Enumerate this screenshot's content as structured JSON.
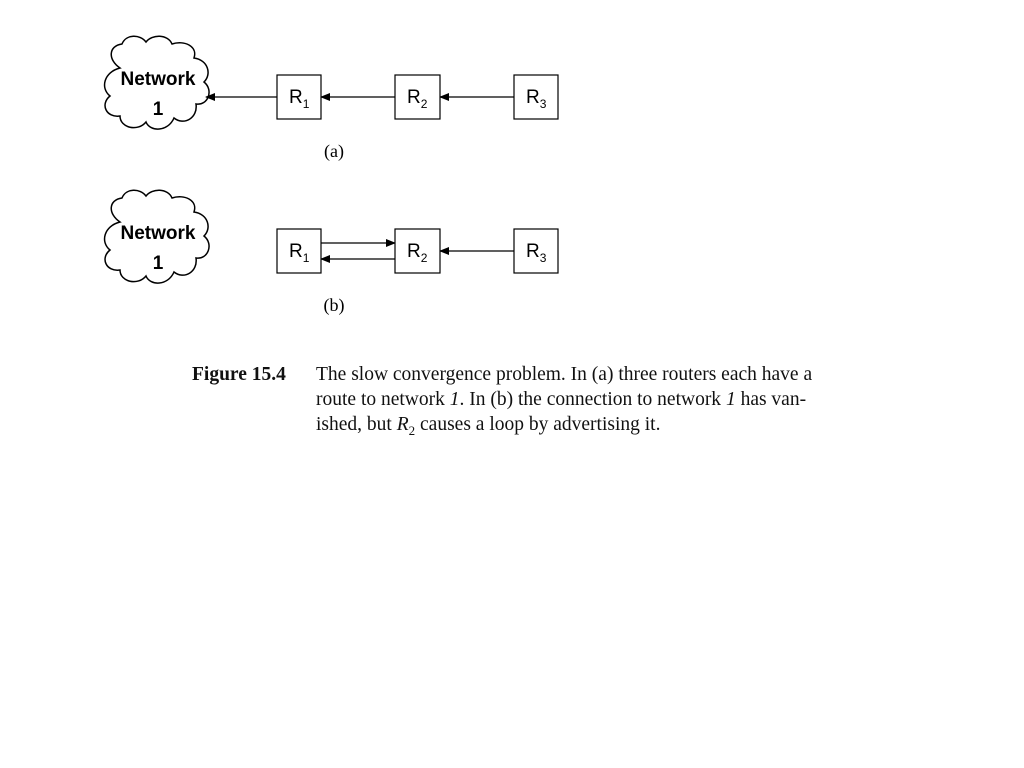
{
  "diagram": {
    "parts": [
      {
        "id": "a",
        "label": "(a)",
        "network": {
          "line1": "Network",
          "line2": "1"
        },
        "routers": [
          {
            "letter": "R",
            "sub": "1"
          },
          {
            "letter": "R",
            "sub": "2"
          },
          {
            "letter": "R",
            "sub": "3"
          }
        ]
      },
      {
        "id": "b",
        "label": "(b)",
        "network": {
          "line1": "Network",
          "line2": "1"
        },
        "routers": [
          {
            "letter": "R",
            "sub": "1"
          },
          {
            "letter": "R",
            "sub": "2"
          },
          {
            "letter": "R",
            "sub": "3"
          }
        ]
      }
    ]
  },
  "caption": {
    "label": "Figure 15.4",
    "line1": "The slow convergence problem.  In (a) three routers each have a",
    "line2_pre": "route to network ",
    "line2_net1": "1",
    "line2_mid": ".  In (b) the connection to network ",
    "line2_net2": "1",
    "line2_post": " has van-",
    "line3_pre": "ished, but ",
    "line3_r": "R",
    "line3_sub": "2",
    "line3_post": " causes a loop by advertising it."
  }
}
